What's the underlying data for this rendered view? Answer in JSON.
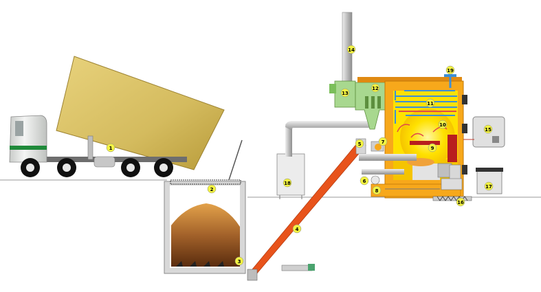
{
  "diagram": {
    "labels": [
      "1",
      "2",
      "3",
      "4",
      "5",
      "6",
      "7",
      "8",
      "9",
      "10",
      "11",
      "12",
      "13",
      "14",
      "15",
      "16",
      "17",
      "18",
      "19"
    ],
    "colors": {
      "truck_bed": "#d9c46a",
      "cab": "#e4e6e4",
      "stripe_green": "#1f8a3a",
      "conveyor": "#e8531b",
      "boiler_orange": "#f7a81b",
      "boiler_yellow": "#ffe100",
      "duct_gray": "#cfcfcf",
      "cyclone_green": "#a8d88f",
      "water_pipe": "#3d8fd6",
      "fuel_brown": "#8b4a1c",
      "label_bg": "#f4f442"
    }
  }
}
